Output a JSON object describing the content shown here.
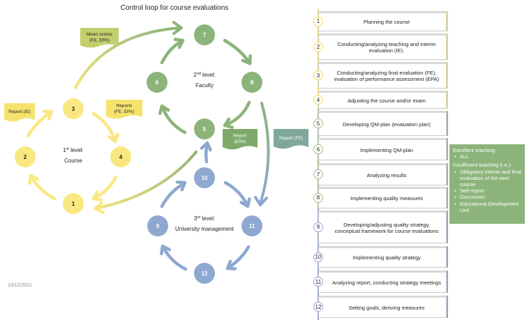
{
  "title": "Control loop for course evaluations",
  "date": "13/12/2021",
  "colors": {
    "level1": "#f9e880",
    "level1_note": "#f6e36e",
    "level2": "#8cb47a",
    "level2_note_dark": "#7fa96b",
    "level2_note_olive": "#c3cf6c",
    "level3": "#8ea8d0",
    "report_fe": "#7fa89a",
    "callout": "#8cb47a"
  },
  "levels": [
    {
      "id": "level1",
      "line1": "1st level:",
      "sup": "st",
      "ordinal": "1",
      "line2": "Course"
    },
    {
      "id": "level2",
      "line1": "2nd level:",
      "sup": "nd",
      "ordinal": "2",
      "line2": "Faculty"
    },
    {
      "id": "level3",
      "line1": "3rd level:",
      "sup": "rd",
      "ordinal": "3",
      "line2": "University management"
    }
  ],
  "nodes": [
    {
      "n": "1",
      "level": 1
    },
    {
      "n": "2",
      "level": 1
    },
    {
      "n": "3",
      "level": 1
    },
    {
      "n": "4",
      "level": 1
    },
    {
      "n": "5",
      "level": 2
    },
    {
      "n": "6",
      "level": 2
    },
    {
      "n": "7",
      "level": 2
    },
    {
      "n": "8",
      "level": 2
    },
    {
      "n": "9",
      "level": 3
    },
    {
      "n": "10",
      "level": 3
    },
    {
      "n": "11",
      "level": 3
    },
    {
      "n": "12",
      "level": 3
    }
  ],
  "notes": {
    "report_ie": "Report (IE)",
    "reports_fe_epa": [
      "Reports",
      "(FE, EPA)"
    ],
    "mean_scores": [
      "Mean scores",
      "(FE, EPA)"
    ],
    "report_epa": [
      "Report",
      "(EPA)"
    ],
    "report_fe": "Report (FE)"
  },
  "steps": [
    {
      "n": "1",
      "level": 1,
      "text": "Planning the course"
    },
    {
      "n": "2",
      "level": 1,
      "text": "Conducting/analyzing teaching and interim evaluation (IE)."
    },
    {
      "n": "3",
      "level": 1,
      "text": "Conducting/analyzing final evaluation (FE), evaluation of performance assessment (EPA)"
    },
    {
      "n": "4",
      "level": 1,
      "text": "Adjusting the course and/or exam"
    },
    {
      "n": "5",
      "level": 2,
      "text": "Developing QM-plan (evaluation plan)"
    },
    {
      "n": "6",
      "level": 2,
      "text": "Implementing QM-plan"
    },
    {
      "n": "7",
      "level": 2,
      "text": "Analyzing results"
    },
    {
      "n": "8",
      "level": 2,
      "text": "Implementing quality measures"
    },
    {
      "n": "9",
      "level": 3,
      "text": "Developing/adjusting quality strategy, conceptual framework for course evaluations"
    },
    {
      "n": "10",
      "level": 3,
      "text": "Implementing quality strategy"
    },
    {
      "n": "11",
      "level": 3,
      "text": "Analyzing report, conducting strategy meetings"
    },
    {
      "n": "12",
      "level": 3,
      "text": "Setting goals, deriving measures"
    }
  ],
  "callout": {
    "excellent_heading": "Excellent teaching:",
    "excellent_items": [
      "ALL"
    ],
    "insufficient_heading": "Insufficient teaching (i.a.):",
    "insufficient_items": [
      "Obligatory interim and final evaluation of the next course",
      "Self-report",
      "Discussion",
      "Educational Development Unit"
    ]
  }
}
